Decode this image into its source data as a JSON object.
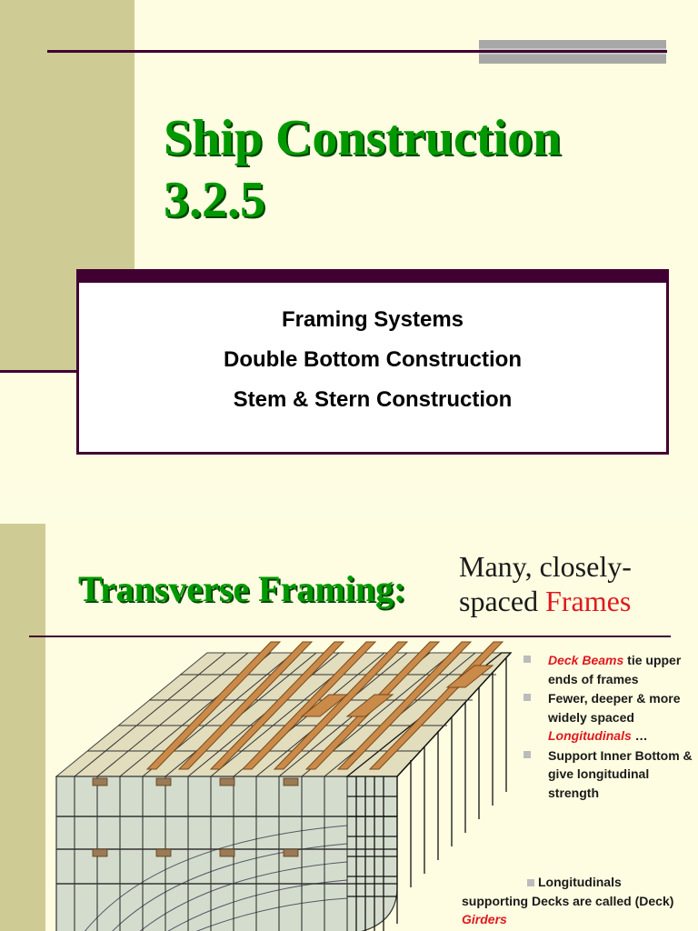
{
  "slide1": {
    "title_line1": "Ship Construction",
    "title_line2": "3.2.5",
    "items": [
      "Framing Systems",
      "Double Bottom Construction",
      "Stem & Stern Construction"
    ]
  },
  "slide2": {
    "title": "Transverse Framing:",
    "subtitle": {
      "line1": "Many, closely-",
      "line2_prefix": "spaced ",
      "line2_highlight": "Frames"
    },
    "bullets": [
      {
        "highlight": "Deck Beams",
        "text": " tie upper ends of frames"
      },
      {
        "text_before": "Fewer, deeper & more widely spaced ",
        "highlight": "Longitudinals",
        "text_after": " …"
      },
      {
        "text": "Support Inner Bottom & give longitudinal strength"
      }
    ],
    "last_note": {
      "text_line1": "Longitudinals",
      "text_mid": "supporting Decks are called (Deck) ",
      "highlight": "Girders"
    }
  },
  "colors": {
    "background": "#fffde1",
    "sidebar": "#cfcb95",
    "accent_dark": "#400032",
    "title_green": "#009a00",
    "highlight_red": "#e0191f",
    "gray_bar": "#a7a7a7"
  }
}
